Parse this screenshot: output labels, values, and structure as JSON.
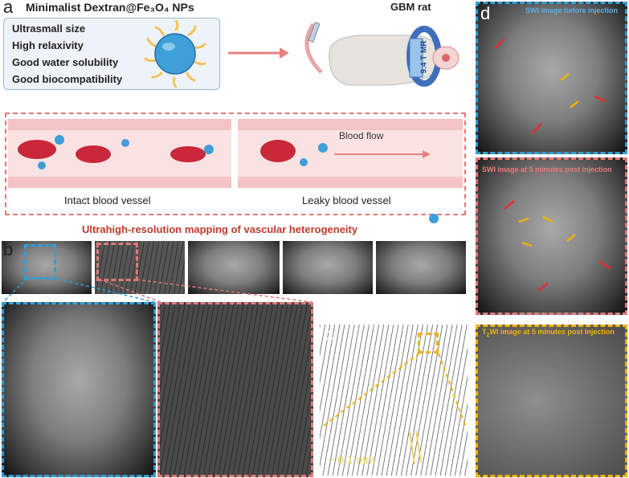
{
  "panel_a": {
    "label": "a",
    "title": "Minimalist Dextran@Fe₃O₄ NPs",
    "properties": [
      "Ultrasmall size",
      "High relaxivity",
      "Good water solubility",
      "Good biocompatibility"
    ],
    "rat_label": "GBM rat",
    "mr_label": "9.4 T MR",
    "intact_label": "Intact blood vessel",
    "leaky_label": "Leaky blood vessel",
    "flow_label": "Blood flow",
    "mapping_caption": "Ultrahigh-resolution mapping of vascular heterogeneity"
  },
  "panel_b": {
    "label": "b"
  },
  "panel_c": {
    "label": "c",
    "scale_label": "~ 0.1 mm"
  },
  "panel_d": {
    "label": "d",
    "swi_before": "SWI image before injection",
    "swi_after": "SWI image at  5 minutes post injection",
    "t2_prefix": "T",
    "t2_sub": "2",
    "t2_rest": "WI image at  5 minutes post injection"
  },
  "colors": {
    "blue": "#2e9fd6",
    "red": "#e07a7a",
    "yellow": "#f0b400",
    "caption_red": "#c0392b"
  }
}
